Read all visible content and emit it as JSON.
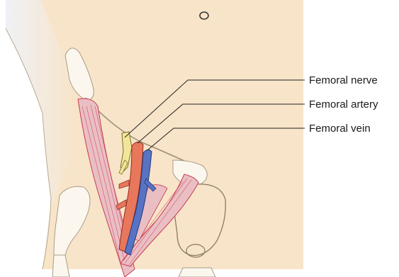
{
  "labels": {
    "femoral_nerve": "Femoral nerve",
    "femoral_artery": "Femoral artery",
    "femoral_vein": "Femoral vein"
  },
  "colors": {
    "background": "#ffffff",
    "skin": "#f8e4c8",
    "skin_outline": "#8a7a66",
    "bone": "#fbf7ee",
    "bone_shadow": "#e7dfcf",
    "muscle": "#eabfc4",
    "muscle_line": "#c83a55",
    "nerve": "#f3e59a",
    "nerve_outline": "#7d6e2a",
    "artery": "#e8775c",
    "artery_outline": "#8f2e1c",
    "vein": "#5873c4",
    "vein_outline": "#233a7d",
    "leader_line": "#222222"
  }
}
